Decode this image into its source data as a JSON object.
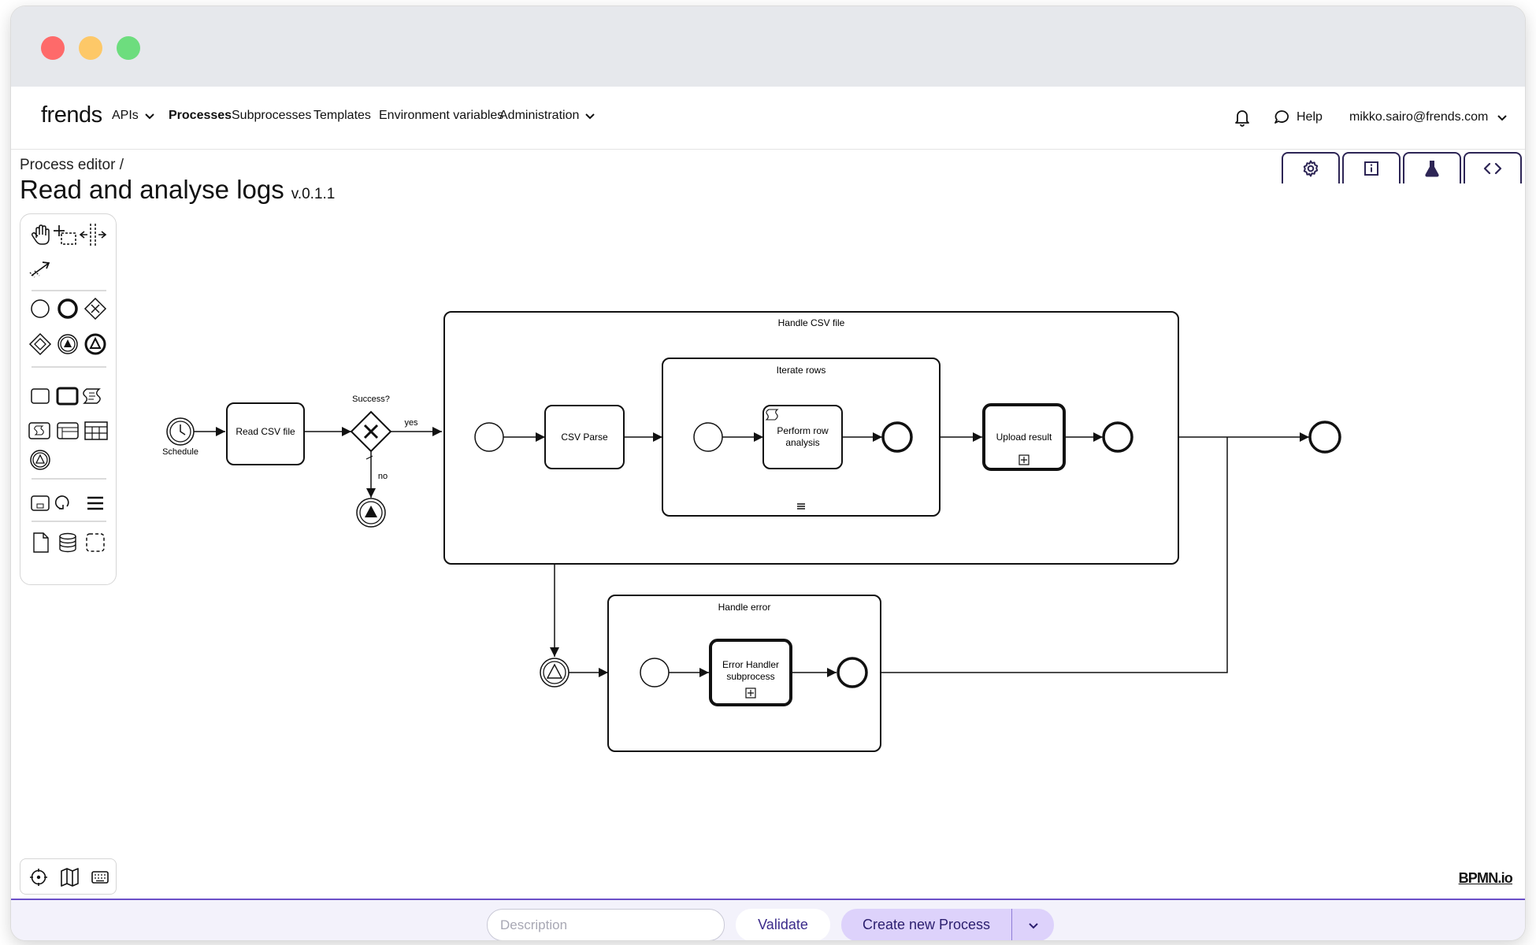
{
  "nav": {
    "logo": "frends",
    "items": [
      {
        "label": "APIs",
        "has_dropdown": true
      },
      {
        "label": "Processes",
        "active": true
      },
      {
        "label": "Subprocesses"
      },
      {
        "label": "Templates"
      },
      {
        "label": "Environment variables"
      },
      {
        "label": "Administration",
        "has_dropdown": true
      }
    ],
    "help_label": "Help",
    "user_email": "mikko.sairo@frends.com"
  },
  "header": {
    "breadcrumb": "Process editor /",
    "title": "Read and analyse logs",
    "version": "v.0.1.1"
  },
  "right_tabs": [
    {
      "icon": "gear-icon"
    },
    {
      "icon": "info-icon"
    },
    {
      "icon": "flask-icon",
      "active": true
    },
    {
      "icon": "code-icon"
    }
  ],
  "diagram": {
    "start_label": "Schedule",
    "read_csv": "Read CSV file",
    "gateway_label": "Success?",
    "yes_label": "yes",
    "no_label": "no",
    "handle_csv": "Handle CSV file",
    "csv_parse": "CSV Parse",
    "iterate_rows": "Iterate rows",
    "perform_row_1": "Perform row",
    "perform_row_2": "analysis",
    "upload_result": "Upload result",
    "handle_error": "Handle error",
    "error_handler_1": "Error Handler",
    "error_handler_2": "subprocess"
  },
  "footer": {
    "description_placeholder": "Description",
    "validate_label": "Validate",
    "create_label": "Create new Process"
  },
  "watermark": "BPMN.io",
  "colors": {
    "accent": "#6b4fc8",
    "accent_light": "#ddd2fb",
    "titlebar": "#e6e8ec"
  }
}
